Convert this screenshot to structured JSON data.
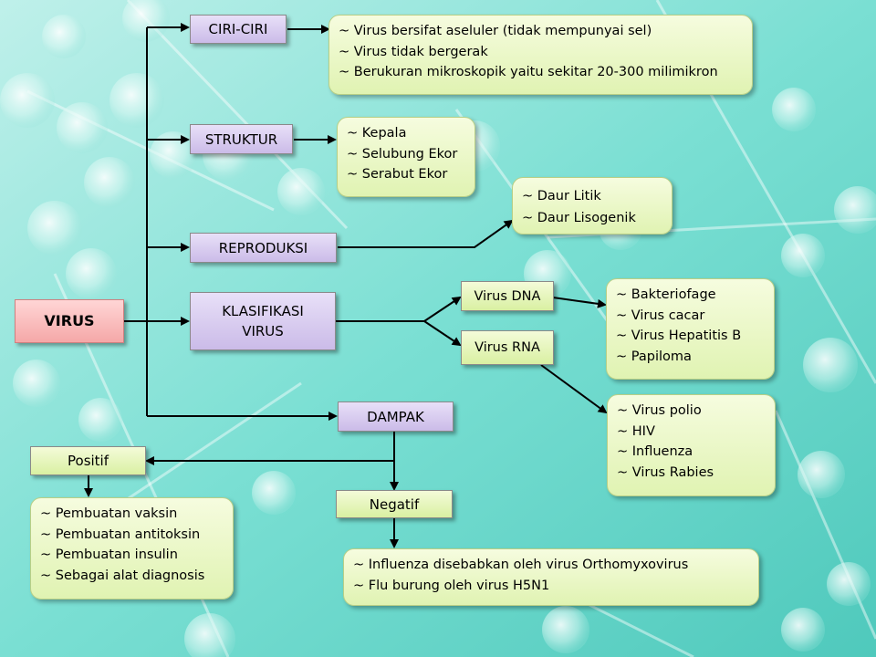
{
  "nodes": {
    "virus": "VIRUS",
    "ciri": "CIRI-CIRI",
    "struktur": "STRUKTUR",
    "reproduksi": "REPRODUKSI",
    "klasifikasi_1": "KLASIFIKASI",
    "klasifikasi_2": "VIRUS",
    "dampak": "DAMPAK",
    "virus_dna": "Virus DNA",
    "virus_rna": "Virus RNA",
    "positif": "Positif",
    "negatif": "Negatif"
  },
  "lists": {
    "ciri": [
      "~ Virus bersifat aseluler (tidak mempunyai sel)",
      "~ Virus tidak bergerak",
      "~ Berukuran mikroskopik yaitu sekitar 20-300 milimikron"
    ],
    "struktur": [
      "~ Kepala",
      "~ Selubung Ekor",
      "~ Serabut Ekor"
    ],
    "reproduksi": [
      "~ Daur Litik",
      "~ Daur Lisogenik"
    ],
    "dna": [
      "~ Bakteriofage",
      "~ Virus cacar",
      "~ Virus Hepatitis  B",
      "~ Papiloma"
    ],
    "rna": [
      "~ Virus polio",
      "~ HIV",
      "~ Influenza",
      "~ Virus Rabies"
    ],
    "positif": [
      "~ Pembuatan vaksin",
      "~ Pembuatan antitoksin",
      "~ Pembuatan insulin",
      "~ Sebagai alat diagnosis"
    ],
    "negatif": [
      "~ Influenza disebabkan oleh virus Orthomyxovirus",
      "~ Flu burung oleh virus H5N1"
    ]
  },
  "colors": {
    "background": "#6fd8cc",
    "concept_box": "#cbbbe8",
    "root_box": "#f5a8a8",
    "list_box": "#e0f3b2",
    "arrow": "#000000"
  }
}
